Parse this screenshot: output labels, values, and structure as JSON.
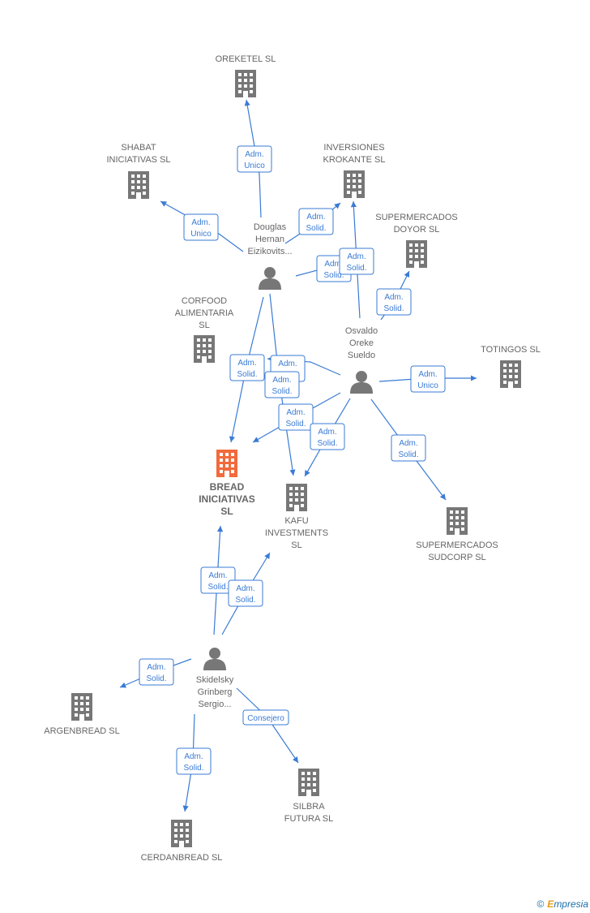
{
  "diagram": {
    "colors": {
      "edge": "#3a7bd5",
      "company": "#777777",
      "focus": "#f26a3b",
      "person": "#777777",
      "label": "#666666"
    },
    "companies": [
      {
        "id": "oreketel",
        "lines": [
          "OREKETEL SL"
        ]
      },
      {
        "id": "shabat",
        "lines": [
          "SHABAT",
          "INICIATIVAS SL"
        ]
      },
      {
        "id": "krokante",
        "lines": [
          "INVERSIONES",
          "KROKANTE  SL"
        ]
      },
      {
        "id": "doyor",
        "lines": [
          "SUPERMERCADOS",
          "DOYOR  SL"
        ]
      },
      {
        "id": "corfood",
        "lines": [
          "CORFOOD",
          "ALIMENTARIA",
          "SL"
        ]
      },
      {
        "id": "totingos",
        "lines": [
          "TOTINGOS  SL"
        ]
      },
      {
        "id": "bread",
        "lines": [
          "BREAD",
          "INICIATIVAS",
          "SL"
        ],
        "focus": true
      },
      {
        "id": "kafu",
        "lines": [
          "KAFU",
          "INVESTMENTS",
          "SL"
        ]
      },
      {
        "id": "sudcorp",
        "lines": [
          "SUPERMERCADOS",
          "SUDCORP  SL"
        ]
      },
      {
        "id": "argenbread",
        "lines": [
          "ARGENBREAD SL"
        ]
      },
      {
        "id": "silbra",
        "lines": [
          "SILBRA",
          "FUTURA SL"
        ]
      },
      {
        "id": "cerdanbread",
        "lines": [
          "CERDANBREAD SL"
        ]
      }
    ],
    "persons": [
      {
        "id": "douglas",
        "lines": [
          "Douglas",
          "Hernan",
          "Eizikovits..."
        ]
      },
      {
        "id": "osvaldo",
        "lines": [
          "Osvaldo",
          "Oreke",
          "Sueldo"
        ]
      },
      {
        "id": "skidelsky",
        "lines": [
          "Skidelsky",
          "Grinberg",
          "Sergio..."
        ]
      }
    ],
    "edges": [
      {
        "id": "e1",
        "lines": [
          "Adm.",
          "Unico"
        ]
      },
      {
        "id": "e2",
        "lines": [
          "Adm.",
          "Unico"
        ]
      },
      {
        "id": "e3",
        "lines": [
          "Adm.",
          "Solid."
        ]
      },
      {
        "id": "e4",
        "lines": [
          "Adm.",
          "Solid."
        ]
      },
      {
        "id": "e5",
        "lines": [
          "Adm.",
          "Solid."
        ]
      },
      {
        "id": "e6",
        "lines": [
          "Adm.",
          "Solid."
        ]
      },
      {
        "id": "e7",
        "lines": [
          "Adm.",
          "Solid."
        ]
      },
      {
        "id": "e8",
        "lines": [
          "Adm.",
          "Solid."
        ]
      },
      {
        "id": "e9",
        "lines": [
          "Adm.",
          "Solid."
        ]
      },
      {
        "id": "e10",
        "lines": [
          "Adm.",
          "Unico"
        ]
      },
      {
        "id": "e11",
        "lines": [
          "Adm.",
          "Solid."
        ]
      },
      {
        "id": "e12",
        "lines": [
          "Adm.",
          "Solid."
        ]
      },
      {
        "id": "e13",
        "lines": [
          "Adm.",
          "Solid."
        ]
      },
      {
        "id": "e14",
        "lines": [
          "Adm.",
          "Solid."
        ]
      },
      {
        "id": "e15",
        "lines": [
          "Adm.",
          "Solid."
        ]
      },
      {
        "id": "e16",
        "lines": [
          "Adm.",
          "Solid."
        ]
      },
      {
        "id": "e17",
        "lines": [
          "Adm.",
          "Solid."
        ]
      },
      {
        "id": "e18",
        "lines": [
          "Consejero"
        ]
      }
    ]
  },
  "footer": {
    "copyright": "©",
    "brand_initial": "E",
    "brand_rest": "mpresia"
  }
}
